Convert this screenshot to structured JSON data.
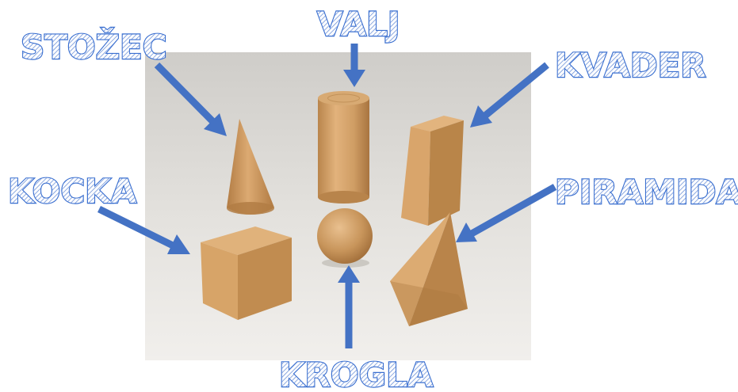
{
  "labels": {
    "stozec": "STOŽEC",
    "valj": "VALJ",
    "kvader": "KVADER",
    "kocka": "KOCKA",
    "piramida": "PIRAMIDA",
    "krogla": "KROGLA"
  },
  "colors": {
    "arrow": "#4472c4",
    "label_outline": "#3a6fd0",
    "photo_background": "#d9d6d1",
    "wood": "#c99a62"
  },
  "photo": {
    "objects": [
      "cone",
      "cylinder",
      "cuboid",
      "cube",
      "sphere",
      "pyramid"
    ]
  }
}
